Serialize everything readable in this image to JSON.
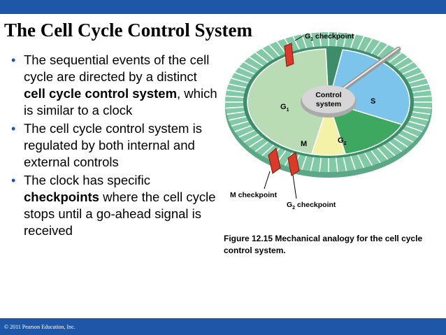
{
  "slide": {
    "title": "The Cell Cycle Control System",
    "bullets": [
      {
        "pre": "The sequential events of the cell cycle are directed by a distinct ",
        "bold": "cell cycle control system",
        "post": ", which is similar to a clock"
      },
      {
        "pre": "The cell cycle control system is regulated by both internal and external controls",
        "bold": "",
        "post": ""
      },
      {
        "pre": "The clock has specific ",
        "bold": "checkpoints",
        "post": " where the cell cycle stops until a go-ahead signal is received"
      }
    ],
    "copyright": "© 2011 Pearson Education, Inc."
  },
  "figure": {
    "labels": {
      "g1_checkpoint_main": "G",
      "g1_checkpoint_sub": "1",
      "g1_checkpoint_rest": " checkpoint",
      "control_line1": "Control",
      "control_line2": "system",
      "g1_main": "G",
      "g1_sub": "1",
      "s": "S",
      "m": "M",
      "g2_main": "G",
      "g2_sub": "2",
      "m_checkpoint": "M checkpoint",
      "g2_checkpoint_main": "G",
      "g2_checkpoint_sub": "2",
      "g2_checkpoint_rest": " checkpoint"
    },
    "caption": "Figure 12.15 Mechanical analogy for the cell cycle control system.",
    "colors": {
      "ring": "#82c9a6",
      "ring_stripe": "#ffffff",
      "g1": "#b9dcb4",
      "s": "#7cc4ec",
      "g2": "#3ea860",
      "m": "#f4f1a8",
      "checkpoint": "#d93a2a",
      "center": "#c9c9c9",
      "bar": "#1f57a8"
    }
  }
}
